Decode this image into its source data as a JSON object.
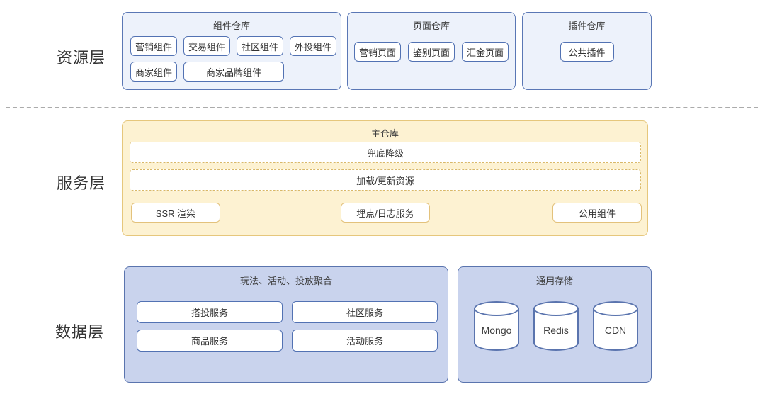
{
  "layers": {
    "resource": "资源层",
    "service": "服务层",
    "data": "数据层"
  },
  "resource": {
    "component_repo": {
      "title": "组件仓库",
      "items": [
        "营销组件",
        "交易组件",
        "社区组件",
        "外投组件",
        "商家组件",
        "商家品牌组件"
      ]
    },
    "page_repo": {
      "title": "页面仓库",
      "items": [
        "营销页面",
        "鉴别页面",
        "汇金页面"
      ]
    },
    "plugin_repo": {
      "title": "插件仓库",
      "items": [
        "公共插件"
      ]
    }
  },
  "service": {
    "main_repo": {
      "title": "主仓库",
      "dashed_items": [
        "兜底降级",
        "加载/更新资源"
      ],
      "buttons": [
        "SSR 渲染",
        "埋点/日志服务",
        "公用组件"
      ]
    }
  },
  "data_layer": {
    "aggregation": {
      "title": "玩法、活动、投放聚合",
      "items": [
        "搭投服务",
        "社区服务",
        "商品服务",
        "活动服务"
      ]
    },
    "storage": {
      "title": "通用存储",
      "databases": [
        "Mongo",
        "Redis",
        "CDN"
      ]
    }
  },
  "colors": {
    "accent_blue_border": "#5a77b5",
    "resource_panel_fill": "#edf2fb",
    "service_panel_fill": "#fdf2d2",
    "service_border_gold": "#e6c77c",
    "data_panel_fill": "#c9d3ed",
    "text": "#3d3d3d"
  }
}
